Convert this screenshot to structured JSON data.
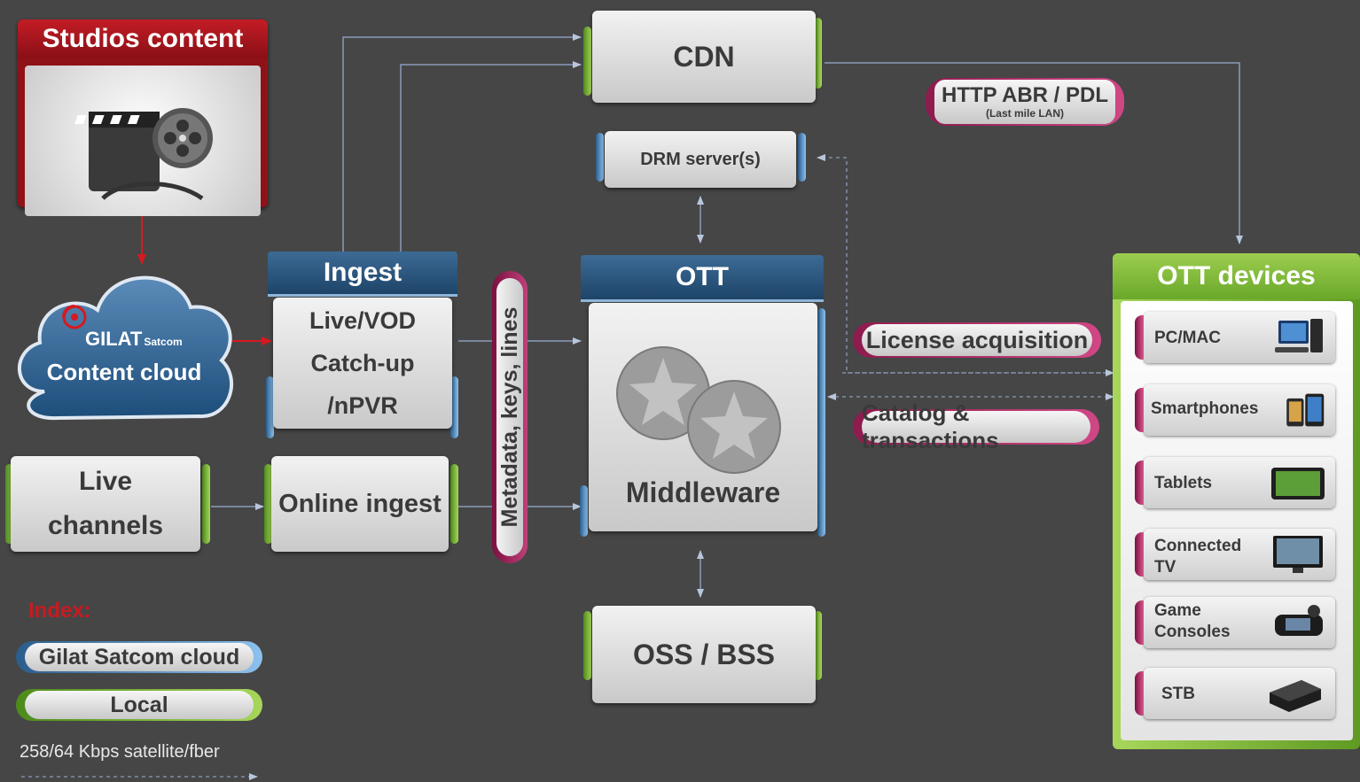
{
  "studios": {
    "title": "Studios content"
  },
  "cloud": {
    "brand": "GILAT",
    "brand_sub": "Satcom",
    "label": "Content cloud"
  },
  "ingest": {
    "title": "Ingest",
    "line1": "Live/VOD",
    "line2": "Catch-up /nPVR"
  },
  "live_channels": {
    "line1": "Live",
    "line2": "channels"
  },
  "online_ingest": {
    "label": "Online ingest"
  },
  "metadata": {
    "label": "Metadata, keys, lines"
  },
  "cdn": {
    "label": "CDN"
  },
  "drm": {
    "label": "DRM server(s)"
  },
  "ott": {
    "title": "OTT",
    "label": "Middleware"
  },
  "oss": {
    "label": "OSS / BSS"
  },
  "http": {
    "line1": "HTTP ABR / PDL",
    "line2": "(Last mile LAN)"
  },
  "license": {
    "label": "License acquisition"
  },
  "catalog": {
    "label": "Catalog & transactions"
  },
  "devices": {
    "title": "OTT devices",
    "items": [
      {
        "label": "PC/MAC",
        "icon": "pc-icon"
      },
      {
        "label": "Smartphones",
        "icon": "smartphone-icon"
      },
      {
        "label": "Tablets",
        "icon": "tablet-icon"
      },
      {
        "label": "Connected TV",
        "icon": "tv-icon"
      },
      {
        "label": "Game Consoles",
        "icon": "game-console-icon"
      },
      {
        "label": "STB",
        "icon": "stb-icon"
      }
    ]
  },
  "index": {
    "title": "Index:",
    "cloud_label": "Gilat Satcom cloud",
    "local_label": "Local",
    "link_label": "258/64 Kbps satellite/fber"
  },
  "colors": {
    "background": "#464646",
    "studios_red": "#a5151c",
    "navy": "#1e4468",
    "green": "#8cc63f",
    "magenta": "#b3245f",
    "index_red": "#d7191f",
    "connector": "#9aa9c4"
  }
}
